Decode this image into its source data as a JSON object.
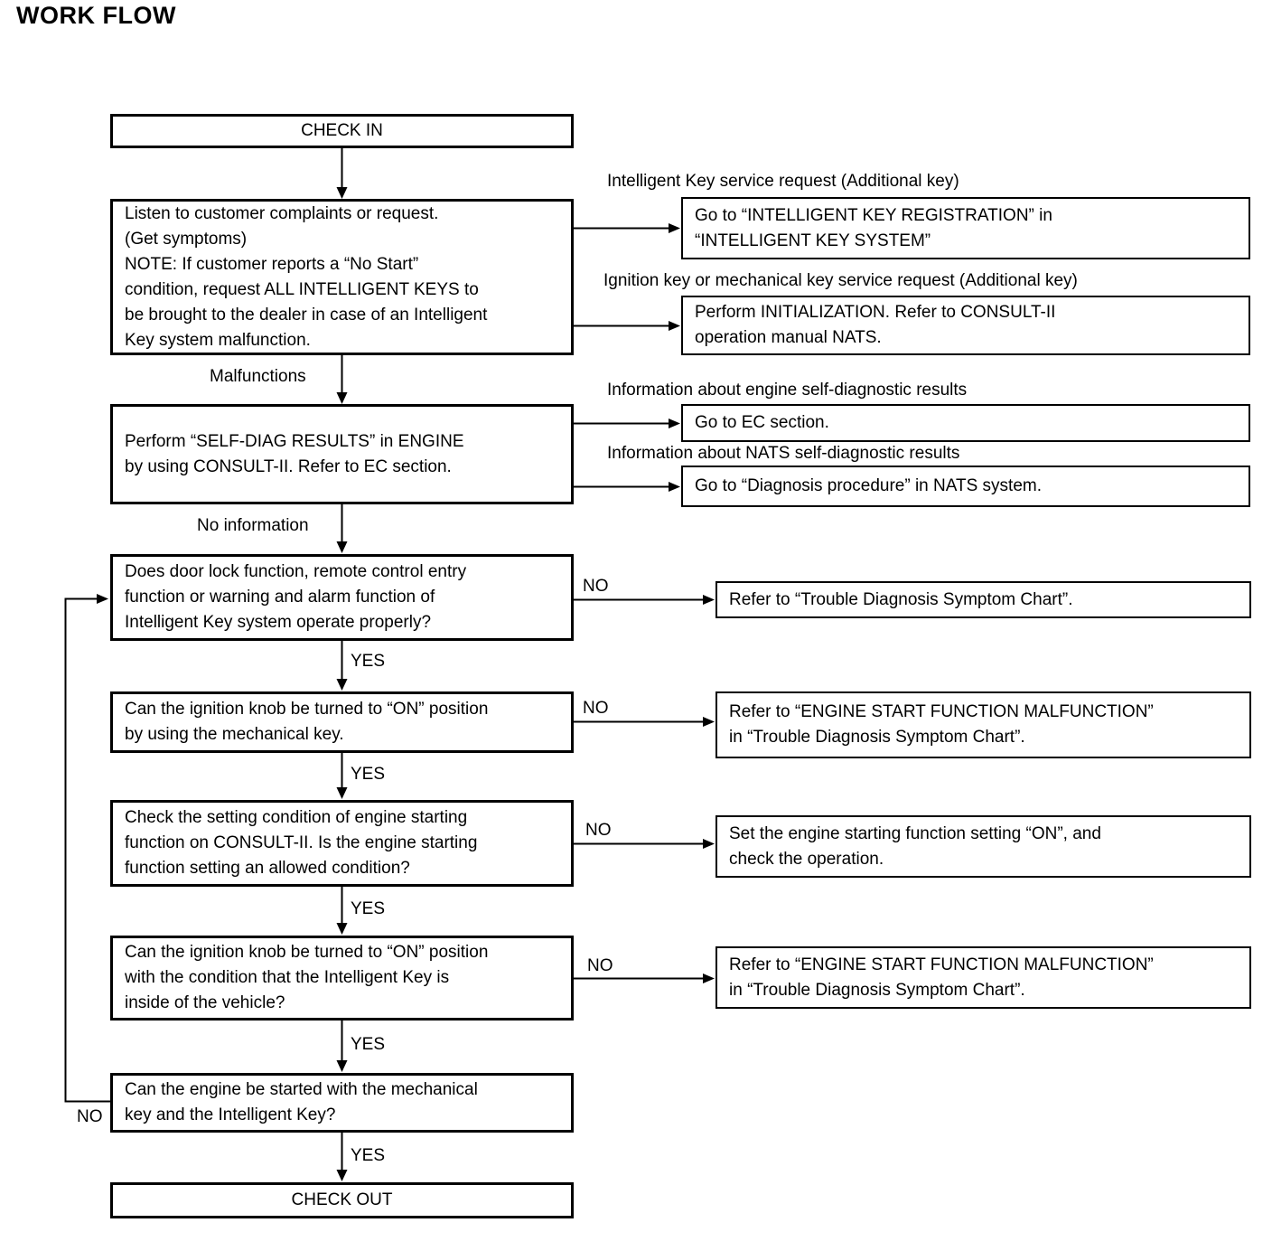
{
  "title": "WORK FLOW",
  "flow": {
    "check_in": "CHECK IN",
    "listen": "Listen to customer complaints or request.\n(Get symptoms)\nNOTE: If customer reports a “No Start”\ncondition, request ALL INTELLIGENT KEYS to\nbe brought to the dealer in case of an Intelligent\nKey system malfunction.",
    "self_diag": "Perform “SELF-DIAG RESULTS” in ENGINE\nby using CONSULT-II. Refer to EC section.",
    "door_lock": "Does door lock function, remote control entry\nfunction or warning and alarm function of\nIntelligent Key system operate properly?",
    "ignition_mechanical": "Can the ignition knob be turned to “ON” position\nby using the mechanical key.",
    "setting_condition": "Check the setting condition of engine starting\nfunction on CONSULT-II. Is the engine starting\nfunction setting an allowed condition?",
    "ignition_inside": "Can the ignition knob be turned to “ON” position\nwith the condition that the Intelligent Key is\ninside of the vehicle?",
    "engine_start": "Can the engine be started with the mechanical\nkey and the Intelligent Key?",
    "check_out": "CHECK OUT"
  },
  "branches": {
    "intelligent_key_label": "Intelligent Key service request (Additional key)",
    "registration": "Go to “INTELLIGENT KEY REGISTRATION” in\n“INTELLIGENT KEY SYSTEM”",
    "ignition_key_label": "Ignition key or mechanical key service request (Additional key)",
    "initialization": "Perform INITIALIZATION. Refer to CONSULT-II\noperation manual NATS.",
    "engine_diag_label": "Information about engine self-diagnostic results",
    "ec_section": "Go to EC section.",
    "nats_diag_label": "Information about NATS self-diagnostic results",
    "nats_procedure": "Go to “Diagnosis procedure” in NATS system.",
    "symptom_chart": "Refer to “Trouble Diagnosis Symptom Chart”.",
    "engine_start_malfunction_1": "Refer to “ENGINE START FUNCTION MALFUNCTION”\nin “Trouble Diagnosis Symptom Chart”.",
    "set_function_on": "Set the engine starting function setting “ON”, and\ncheck the operation.",
    "engine_start_malfunction_2": "Refer to “ENGINE START FUNCTION MALFUNCTION”\nin “Trouble Diagnosis Symptom Chart”."
  },
  "edges": {
    "malfunctions": "Malfunctions",
    "no_information": "No information",
    "yes": "YES",
    "no": "NO"
  },
  "colors": {
    "line": "#000000",
    "background": "#ffffff"
  }
}
